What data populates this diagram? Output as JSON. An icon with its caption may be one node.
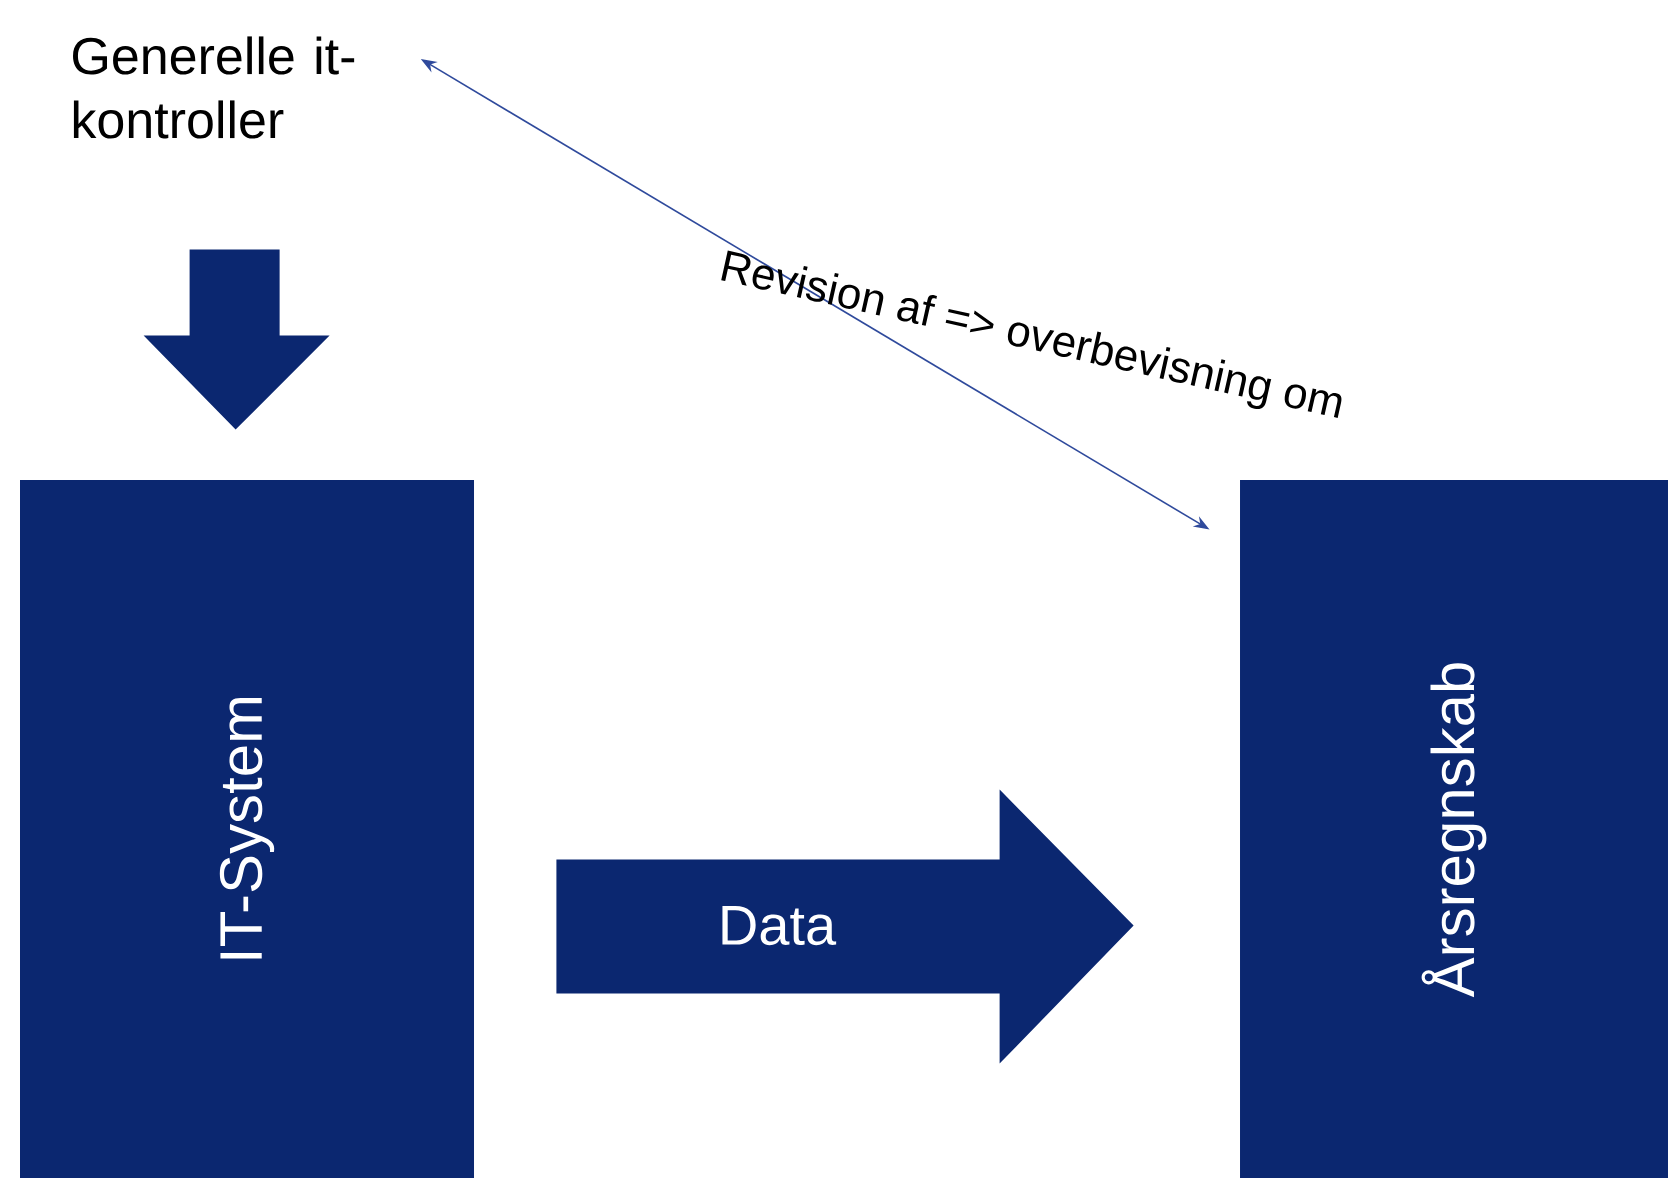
{
  "diagram": {
    "nodes": [
      {
        "text": [
          "Generelle it-kontroller"
        ]
      },
      {
        "text": [
          "IT-System"
        ]
      },
      {
        "text": [
          "Årsregnskab"
        ]
      }
    ],
    "edges": [
      {
        "from": 0,
        "to": 1,
        "arrow": "to",
        "style": "thick"
      },
      {
        "from": 1,
        "to": 2,
        "arrow": "to",
        "style": "thick",
        "label": "Data"
      },
      {
        "from": 0,
        "to": 2,
        "arrow": "both",
        "color": "#2f4a9c",
        "label": "Revision af => overbevisning om"
      }
    ]
  }
}
